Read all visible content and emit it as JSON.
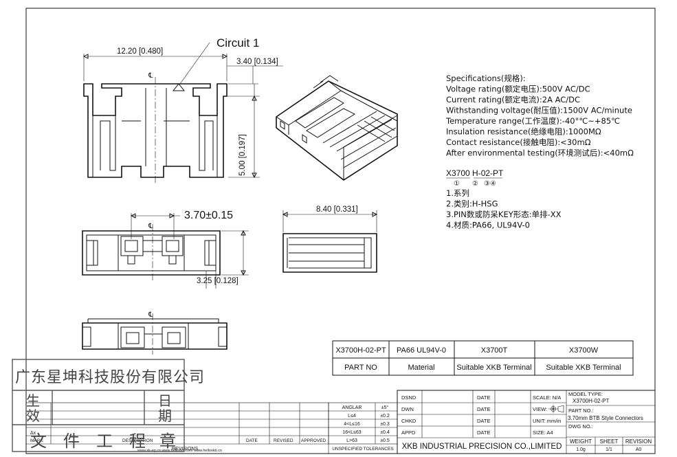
{
  "drawing": {
    "circuit_label": "Circuit  1",
    "dim_width": "12.20 [0.480]",
    "dim_top": "3.40 [0.134]",
    "dim_height": "5.00 [0.197]",
    "dim_pitch": "3.70±0.15",
    "dim_bottom": "3.25 [0.128]",
    "dim_side": "8.40 [0.331]",
    "centerline_mark": "℄"
  },
  "specs": {
    "lines": [
      "Specifications(规格):",
      "Voltage rating(额定电压):500V AC/DC",
      "Current rating(额定电流):2A AC/DC",
      "Withstanding voltage(耐压值):1500V AC/minute",
      "Temperature range(工作温度):-40°℃~+85℃",
      "Insulation resistance(绝缘电阻):1000MΩ",
      "Contact resistance(接触电阻):<30mΩ",
      "After environmental testing(环境测试后):<40mΩ"
    ]
  },
  "part_code": {
    "code": "X3700 H-02-PT",
    "markers": [
      "①",
      "②",
      "③④"
    ],
    "legend": [
      "1.系列",
      "2.类别:H-HSG",
      "3.PIN数或防呆KEY形态:单排-XX",
      "4.材质:PA66, UL94V-0"
    ]
  },
  "part_table": {
    "row1": [
      "X3700H-02-PT",
      "PA66  UL94V-0",
      "X3700T",
      "X3700W"
    ],
    "row2": [
      "PART  NO",
      "Material",
      "Suitable XKB Terminal",
      "Suitable XKB Terminal"
    ]
  },
  "stamp": {
    "company": "广东星坤科技股份有限公司",
    "left_chars": [
      "生",
      "效"
    ],
    "right_chars": [
      "日",
      "期"
    ],
    "bottom_chars": [
      "文",
      "件",
      "工",
      "程",
      "章"
    ]
  },
  "revisions": {
    "mark_labels": [
      "Δx",
      "MARK"
    ],
    "description": "DESCRIPTION",
    "headers": [
      "DATE",
      "REVISED",
      "APPROVED"
    ],
    "title": "REVISIONS",
    "urls": "www.xk-eg.cn    www.helloxkb.com  www.helloxkb.cn"
  },
  "tolerances": {
    "rows": [
      [
        "ANGLAR",
        "±5°"
      ],
      [
        "L≤4",
        "±0.2"
      ],
      [
        "4<L≤16",
        "±0.3"
      ],
      [
        "16<L≤63",
        "±0.4"
      ],
      [
        "L>63",
        "±0.5"
      ]
    ],
    "footer": "UNSPECIFIED TOLERANCES"
  },
  "title_block": {
    "roles": [
      "DSND",
      "DWN",
      "CHKD",
      "APPD"
    ],
    "date_label": "DATE",
    "scale": "SCALE: N/A",
    "view": "VIEW:",
    "unit": "UNIT: mm/in",
    "size": "SIZE: A4",
    "company": "XKB INDUSTRIAL PRECISION CO.,LIMITED",
    "model_type_label": "MODEL TYPE:",
    "model_type": "X3700H-02-PT",
    "part_no_label": "PART NO.:",
    "part_no": "3.70mm BTB Style Connectors",
    "dwg_no_label": "DWG NO.:",
    "weight_label": "WEIGHT",
    "weight": "1.0g",
    "sheet_label": "SHEET",
    "sheet": "1/1",
    "revision_label": "REVISION",
    "revision": "A0"
  }
}
